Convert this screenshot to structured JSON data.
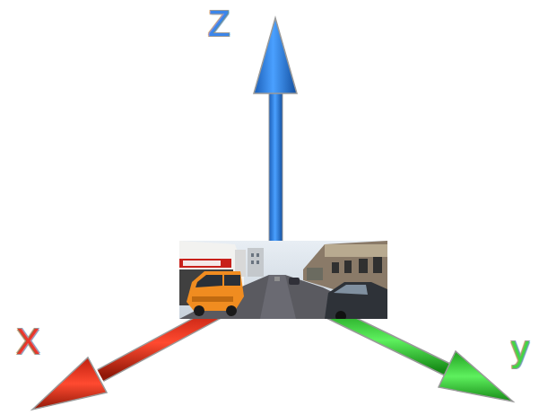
{
  "diagram": {
    "labels": [
      "Z",
      "X",
      "y"
    ]
  }
}
